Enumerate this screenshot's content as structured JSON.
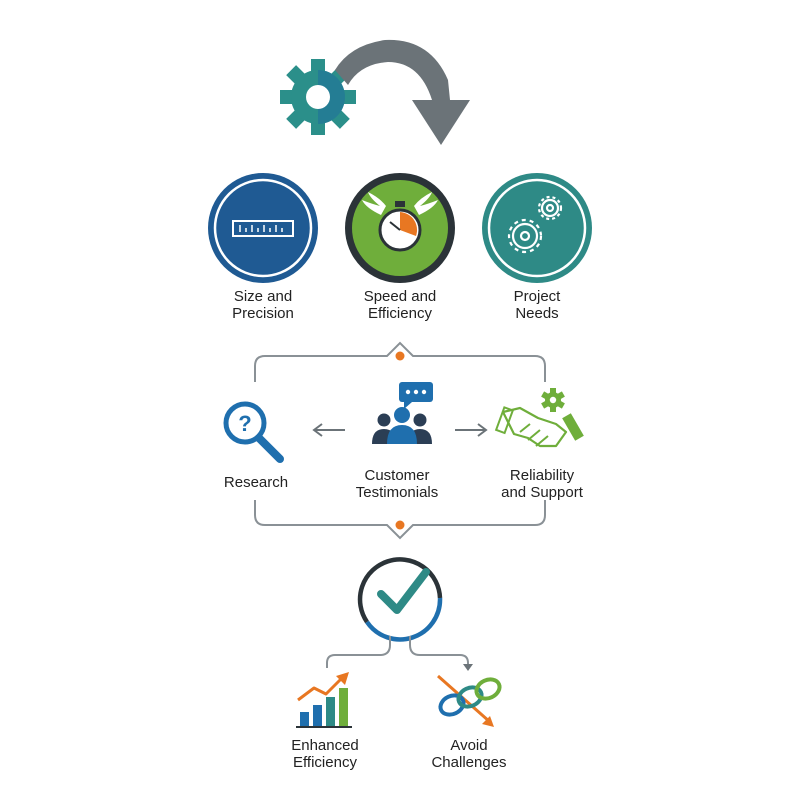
{
  "colors": {
    "blue": "#1f5a93",
    "green": "#6fae3b",
    "teal": "#2e8a86",
    "dark": "#2b3338",
    "gray": "#6b7378",
    "bracket": "#8a9196",
    "orange": "#e87722"
  },
  "top": {
    "items": [
      {
        "label": "Size and\nPrecision",
        "icon": "ruler-icon"
      },
      {
        "label": "Speed and\nEfficiency",
        "icon": "winged-stopwatch-icon"
      },
      {
        "label": "Project\nNeeds",
        "icon": "gears-icon"
      }
    ]
  },
  "middle": {
    "items": [
      {
        "label": "Research",
        "icon": "magnifier-question-icon"
      },
      {
        "label": "Customer\nTestimonials",
        "icon": "users-chat-icon"
      },
      {
        "label": "Reliability\nand Support",
        "icon": "handshake-gear-icon"
      }
    ]
  },
  "bottom": {
    "items": [
      {
        "label": "Enhanced\nEfficiency",
        "icon": "growth-chart-icon"
      },
      {
        "label": "Avoid\nChallenges",
        "icon": "chain-links-icon"
      }
    ]
  }
}
